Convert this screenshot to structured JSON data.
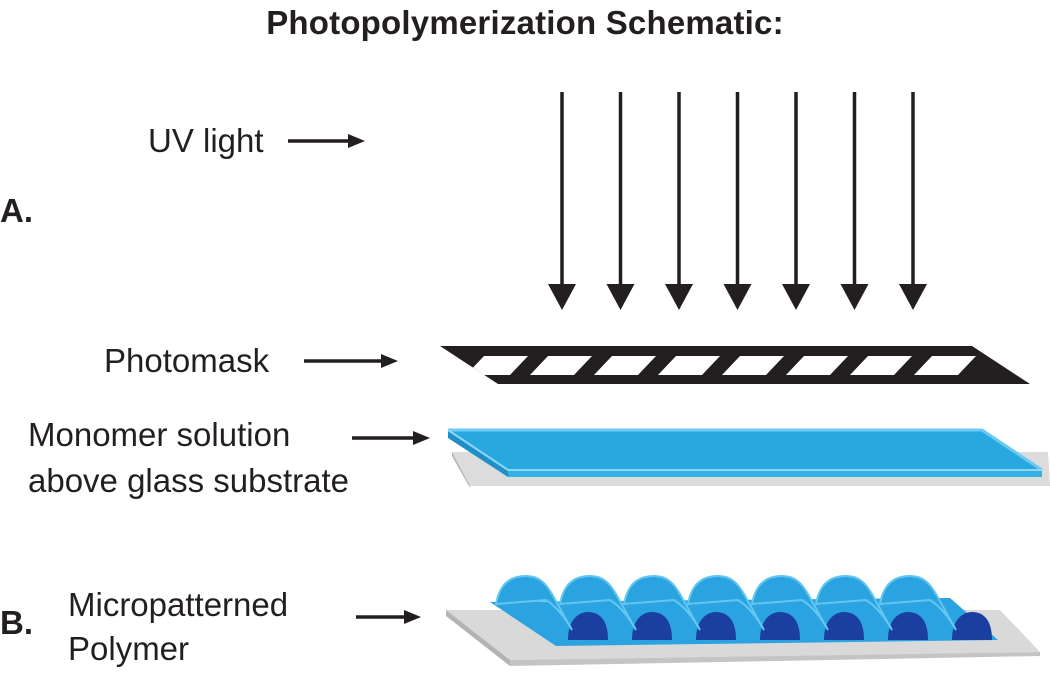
{
  "title": "Photopolymerization Schematic:",
  "panels": {
    "a": "A.",
    "b": "B."
  },
  "labels": {
    "uv_light": "UV light",
    "photomask": "Photomask",
    "monomer_line1": "Monomer solution",
    "monomer_line2": "above glass substrate",
    "polymer_line1": "Micropatterned",
    "polymer_line2": "Polymer"
  },
  "uv_arrow_count": 7,
  "colors": {
    "ink": "#231f20",
    "monomer": "#29a8e0",
    "monomer_edge": "#6dcaf2",
    "polymer": "#2ba3e0",
    "polymer_dark": "#1b3fa0",
    "glass": "#dcdcdc",
    "glass_edge": "#b3b3b3"
  }
}
